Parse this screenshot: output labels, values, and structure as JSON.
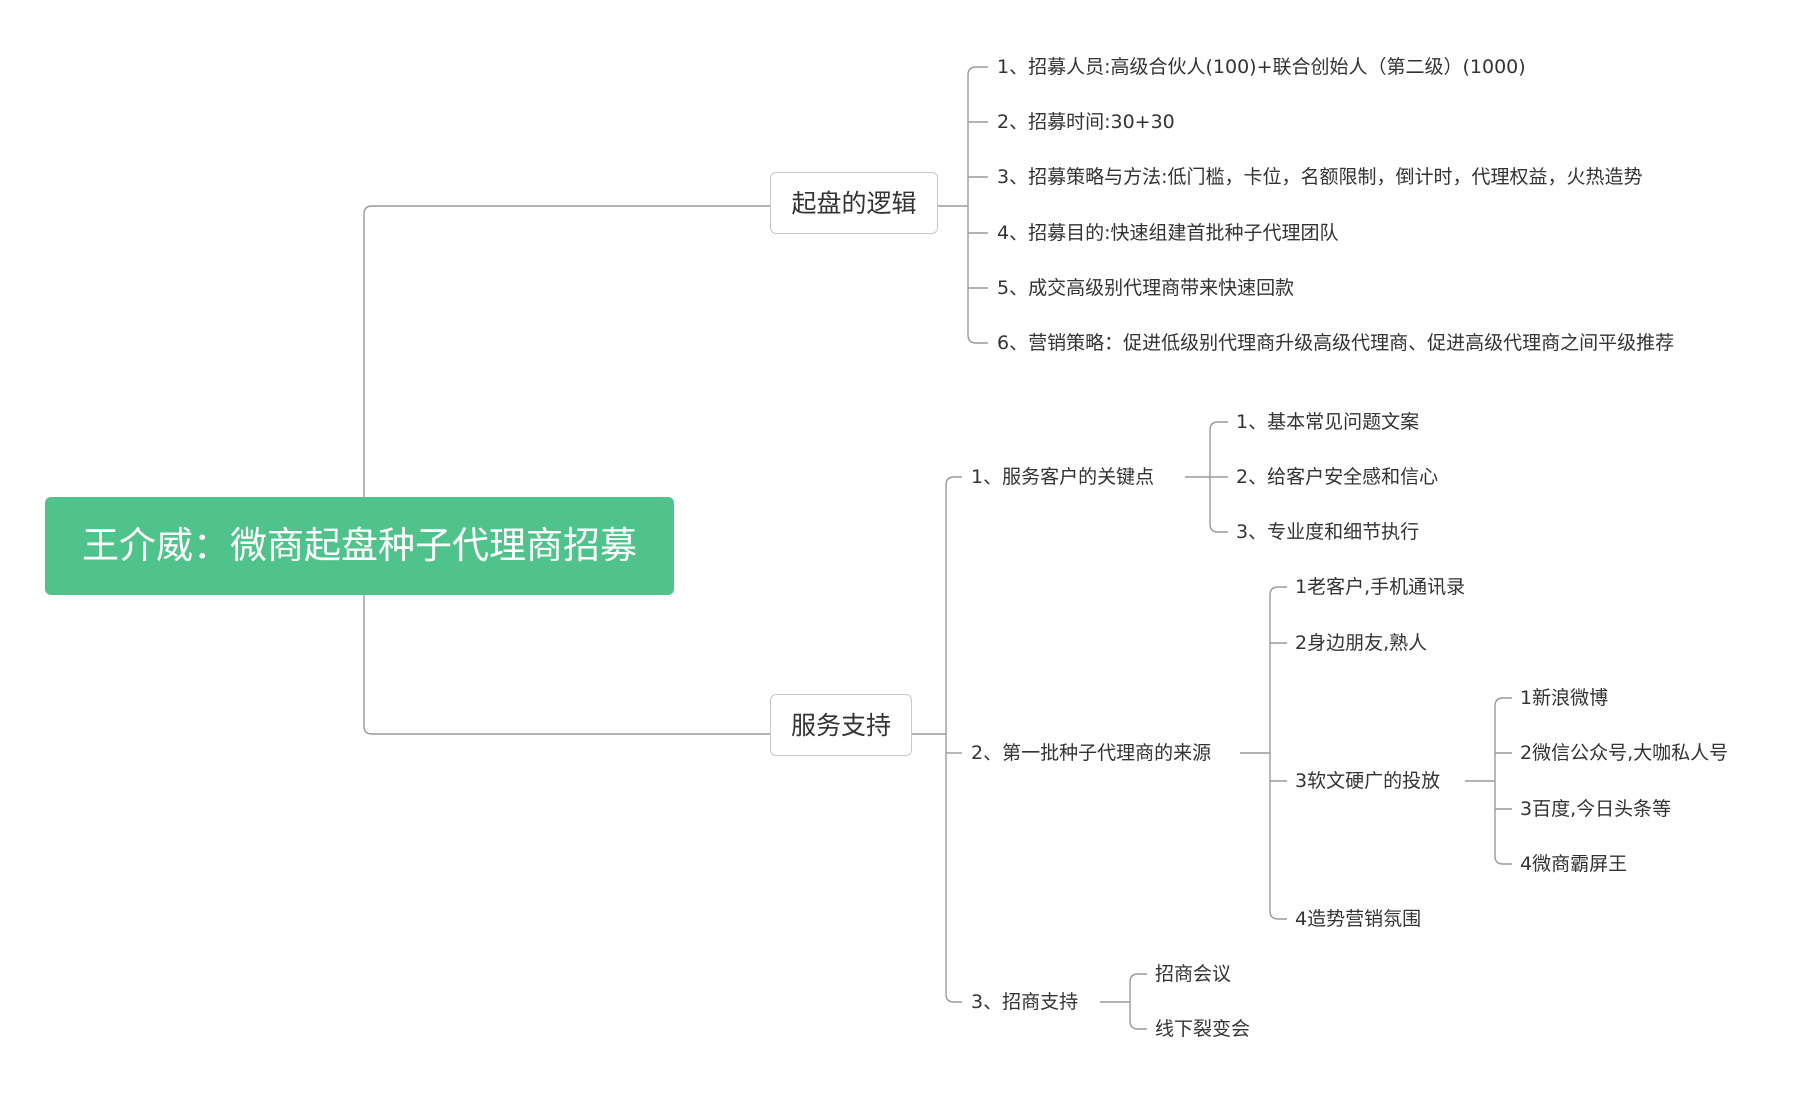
{
  "root": {
    "label": "王介威：微商起盘种子代理商招募"
  },
  "branches": [
    {
      "label": "起盘的逻辑",
      "items": [
        "1、招募人员:高级合伙人(100)+联合创始人（第二级）(1000)",
        "2、招募时间:30+30",
        "3、招募策略与方法:低门槛，卡位，名额限制，倒计时，代理权益，火热造势",
        "4、招募目的:快速组建首批种子代理团队",
        "5、成交高级别代理商带来快速回款",
        "6、营销策略：促进低级别代理商升级高级代理商、促进高级代理商之间平级推荐"
      ]
    },
    {
      "label": "服务支持",
      "items": [
        {
          "label": "1、服务客户的关键点",
          "items": [
            "1、基本常见问题文案",
            "2、给客户安全感和信心",
            "3、专业度和细节执行"
          ]
        },
        {
          "label": "2、第一批种子代理商的来源",
          "items": [
            "1老客户,手机通讯录",
            "2身边朋友,熟人",
            {
              "label": "3软文硬广的投放",
              "items": [
                "1新浪微博",
                "2微信公众号,大咖私人号",
                "3百度,今日头条等",
                "4微商霸屏王"
              ]
            },
            "4造势营销氛围"
          ]
        },
        {
          "label": "3、招商支持",
          "items": [
            "招商会议",
            "线下裂变会"
          ]
        }
      ]
    }
  ],
  "colors": {
    "root_fill": "#4fc38b",
    "root_text": "#ffffff",
    "line": "#9a9a9a",
    "node_border": "#c8c8c8",
    "text": "#333333"
  }
}
